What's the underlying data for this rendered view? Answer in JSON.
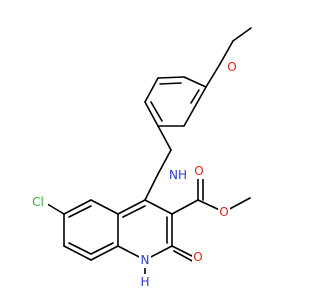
{
  "atoms": {
    "cl": "Cl",
    "nh_amine": "NH",
    "o_ether": "O",
    "o_ester_carbonyl": "O",
    "o_ester_ether": "O",
    "o_lactam": "O",
    "n_ring": "N",
    "h_ring": "H"
  },
  "colors": {
    "bond": "#000000",
    "chlorine": "#2fb52f",
    "nitrogen": "#2b3bd6",
    "oxygen": "#e0261b"
  }
}
